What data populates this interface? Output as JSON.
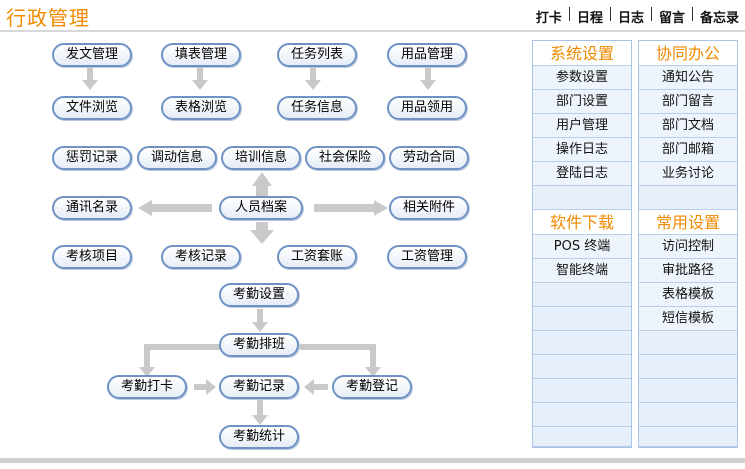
{
  "page": {
    "title": "行政管理"
  },
  "topnav": [
    "打卡",
    "日程",
    "日志",
    "留言",
    "备忘录"
  ],
  "flow": {
    "row1": [
      "发文管理",
      "填表管理",
      "任务列表",
      "用品管理"
    ],
    "row2": [
      "文件浏览",
      "表格浏览",
      "任务信息",
      "用品领用"
    ],
    "row3": [
      "惩罚记录",
      "调动信息",
      "培训信息",
      "社会保险",
      "劳动合同"
    ],
    "row4": [
      "通讯名录",
      "人员档案",
      "相关附件"
    ],
    "row5": [
      "考核项目",
      "考核记录",
      "工资套账",
      "工资管理"
    ],
    "attendance": {
      "settings": "考勤设置",
      "schedule": "考勤排班",
      "clock_in": "考勤打卡",
      "records": "考勤记录",
      "register": "考勤登记",
      "stats": "考勤统计"
    }
  },
  "panels": {
    "left": {
      "sections": [
        {
          "title": "系统设置",
          "items": [
            "参数设置",
            "部门设置",
            "用户管理",
            "操作日志",
            "登陆日志"
          ]
        },
        {
          "title": "软件下载",
          "items": [
            "POS 终端",
            "智能终端"
          ]
        }
      ]
    },
    "right": {
      "sections": [
        {
          "title": "协同办公",
          "items": [
            "通知公告",
            "部门留言",
            "部门文档",
            "部门邮箱",
            "业务讨论"
          ]
        },
        {
          "title": "常用设置",
          "items": [
            "访问控制",
            "审批路径",
            "表格模板",
            "短信模板"
          ]
        }
      ]
    }
  },
  "colors": {
    "accent": "#f08a00",
    "button_border": "#6f92c5",
    "panel_border": "#aac4e6",
    "arrow": "#c9c9c9"
  }
}
